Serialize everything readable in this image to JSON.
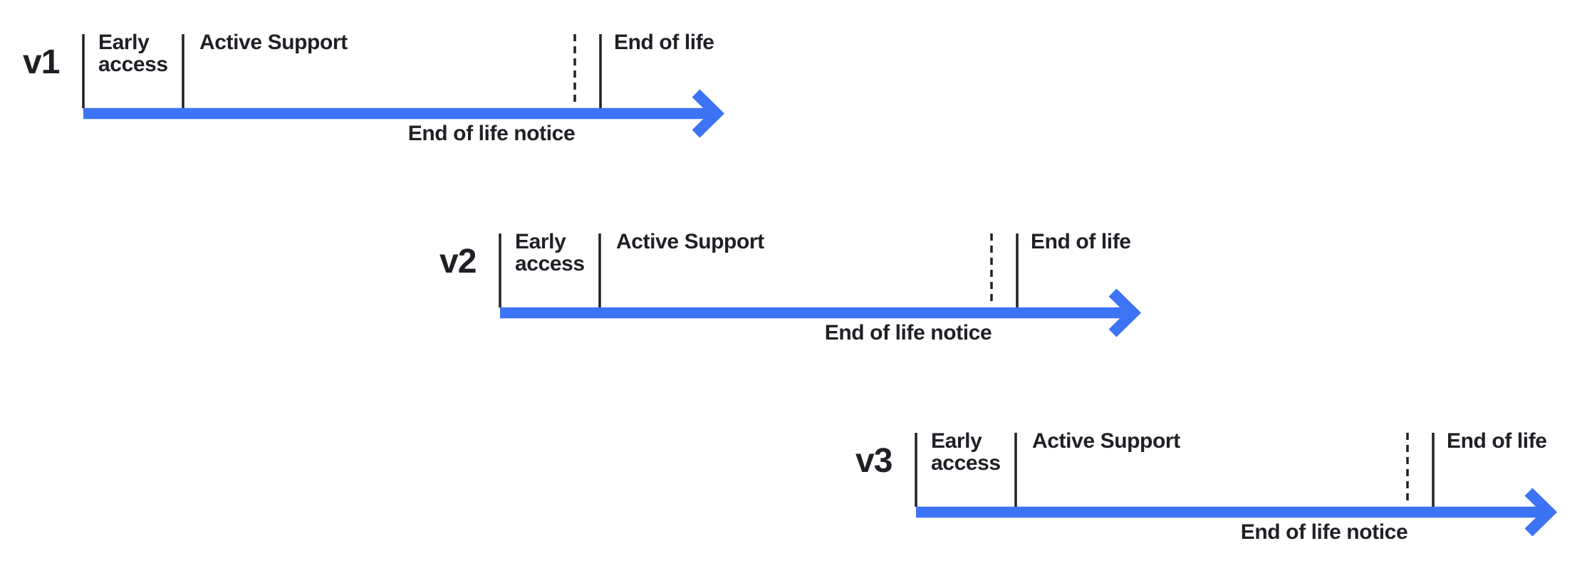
{
  "diagram": {
    "type": "version-lifecycle-timelines",
    "colors": {
      "arrow_blue": "#3D73F5",
      "text_dark": "#1E2025",
      "background": "#FFFFFF"
    },
    "rows": [
      {
        "version": "v1",
        "stages": [
          "Early access",
          "Active Support"
        ],
        "end_label": "End of life",
        "notice_label": "End of life notice"
      },
      {
        "version": "v2",
        "stages": [
          "Early access",
          "Active Support"
        ],
        "end_label": "End of life",
        "notice_label": "End of life notice"
      },
      {
        "version": "v3",
        "stages": [
          "Early access",
          "Active Support"
        ],
        "end_label": "End of life",
        "notice_label": "End of life notice"
      }
    ]
  }
}
